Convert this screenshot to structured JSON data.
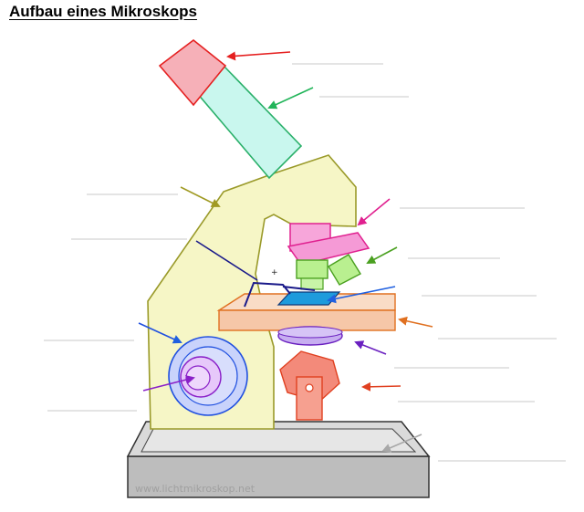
{
  "title": "Aufbau eines Mikroskops",
  "watermark": "www.lichtmikroskop.net",
  "colors": {
    "eyepiece": "#f6b0b8",
    "tube": "#c9f7ee",
    "arm": "#f7f7c6",
    "revolver": "#f59ad6",
    "objective": "#b9f090",
    "slide": "#1e9bdc",
    "stage": "#f6c7a8",
    "condenser": "#c7aef0",
    "mirror": "#f38a7a",
    "base": "#d9d9d9",
    "fine_focus": "#d0d3f9",
    "coarse_focus": "#c9d3fb"
  },
  "answer_lines_count_note": "",
  "arrows": [
    {
      "name": "arrow-eyepiece",
      "color": "#e52020"
    },
    {
      "name": "arrow-tube",
      "color": "#22b55a"
    },
    {
      "name": "arrow-arm",
      "color": "#a09a22"
    },
    {
      "name": "arrow-revolver",
      "color": "#e0208f"
    },
    {
      "name": "arrow-objective",
      "color": "#4aa020"
    },
    {
      "name": "arrow-clamps",
      "color": "#1a1a8a"
    },
    {
      "name": "arrow-slide",
      "color": "#2060e0"
    },
    {
      "name": "arrow-stage",
      "color": "#e07020"
    },
    {
      "name": "arrow-condenser",
      "color": "#6a20c0"
    },
    {
      "name": "arrow-coarse-focus",
      "color": "#2050e0"
    },
    {
      "name": "arrow-fine-focus",
      "color": "#8a20c8"
    },
    {
      "name": "arrow-mirror",
      "color": "#e04020"
    },
    {
      "name": "arrow-base",
      "color": "#a8a8a8"
    }
  ]
}
